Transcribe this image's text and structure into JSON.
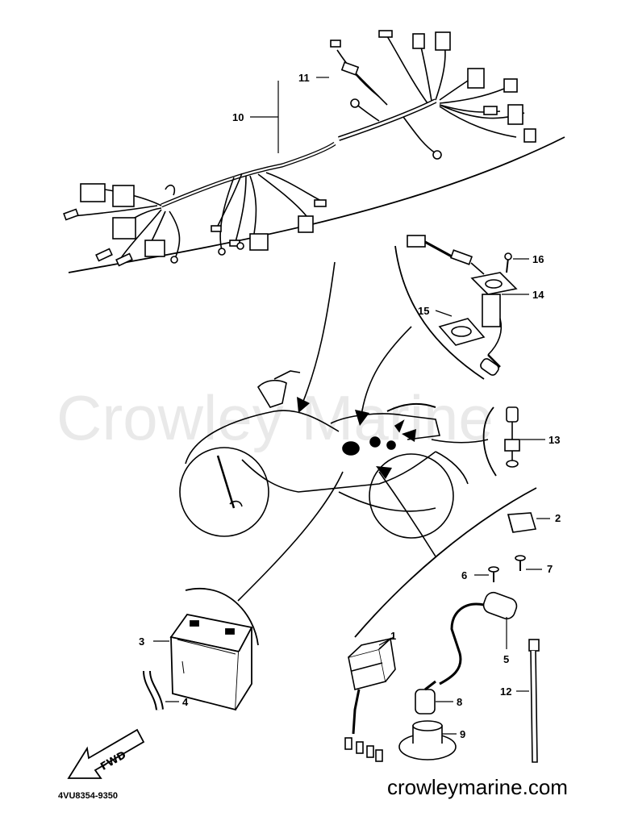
{
  "watermark": "Crowley Marine",
  "website": "crowleymarine.com",
  "part_code": "4VU8354-9350",
  "fwd_label": "FWD",
  "callouts": [
    "1",
    "2",
    "3",
    "4",
    "5",
    "6",
    "7",
    "8",
    "9",
    "10",
    "11",
    "12",
    "13",
    "14",
    "15",
    "16"
  ],
  "colors": {
    "line": "#000000",
    "watermark": "#e9e9e9",
    "background": "#ffffff"
  }
}
